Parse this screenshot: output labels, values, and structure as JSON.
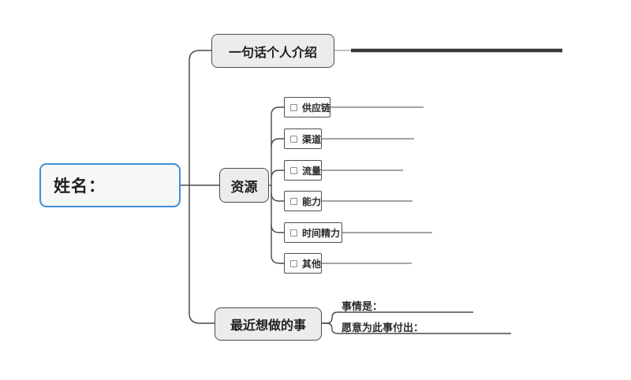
{
  "root": {
    "label": "姓名："
  },
  "branches": [
    {
      "label": "一句话个人介绍",
      "empty_line": true
    },
    {
      "label": "资源",
      "children": [
        {
          "label": "供应链",
          "checkbox": "unchecked"
        },
        {
          "label": "渠道",
          "checkbox": "unchecked"
        },
        {
          "label": "流量",
          "checkbox": "unchecked"
        },
        {
          "label": "能力",
          "checkbox": "unchecked"
        },
        {
          "label": "时间精力",
          "checkbox": "unchecked"
        },
        {
          "label": "其他",
          "checkbox": "unchecked"
        }
      ]
    },
    {
      "label": "最近想做的事",
      "children": [
        {
          "label": "事情是："
        },
        {
          "label": "愿意为此事付出："
        }
      ]
    }
  ],
  "colors": {
    "root_border": "#3f8fd8",
    "node_fill": "#ececec",
    "node_border": "#4c4c4c",
    "connector_line": "#4a4a4a",
    "empty_node_thick_line": "#383838",
    "empty_node_thin_line": "#6e6e6e",
    "background": "#ffffff"
  }
}
